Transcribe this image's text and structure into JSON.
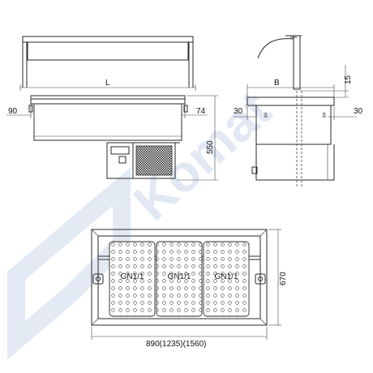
{
  "watermark": {
    "text": "Komat",
    "color": "#c9d6ea"
  },
  "dimensions": {
    "length_label": "L",
    "width_label": "B",
    "left_offset": "90",
    "right_offset": "74",
    "height": "550",
    "top_offset": "15",
    "side_left": "30",
    "side_right": "30",
    "plan_width": "890(1235)(1560)",
    "plan_depth": "670"
  },
  "containers": [
    {
      "label": "GN1/1"
    },
    {
      "label": "GN1/1"
    },
    {
      "label": "GN1/1"
    }
  ]
}
